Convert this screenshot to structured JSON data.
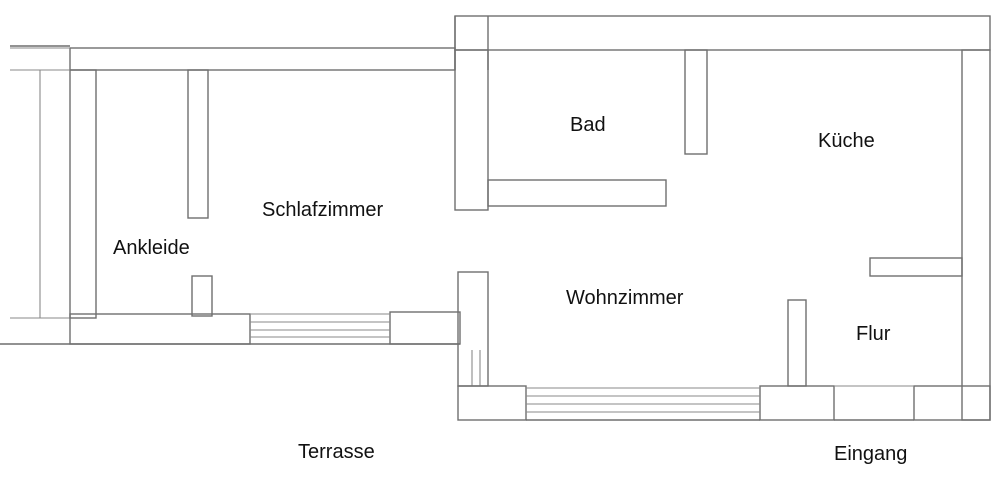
{
  "plan": {
    "rooms": {
      "ankleide": "Ankleide",
      "schlafzimmer": "Schlafzimmer",
      "bad": "Bad",
      "kueche": "Küche",
      "wohnzimmer": "Wohnzimmer",
      "flur": "Flur"
    },
    "outside": {
      "terrasse": "Terrasse",
      "eingang": "Eingang"
    },
    "colors": {
      "text": "#111111",
      "eingang": "#5a2a45",
      "wall_stroke": "#6f6f6f",
      "hatch": "#8c8c8c"
    }
  }
}
